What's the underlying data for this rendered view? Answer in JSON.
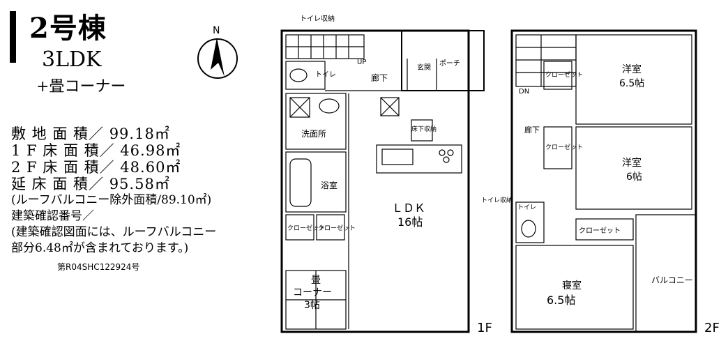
{
  "header": {
    "building": "2号棟",
    "layout": "3LDK",
    "extra": "+畳コーナー"
  },
  "specs": [
    "敷 地 面 積／ 99.18㎡",
    "1 F 床 面 積／ 46.98㎡",
    "2 F 床 面 積／ 48.60㎡",
    "延 床 面 積／ 95.58㎡"
  ],
  "notes": [
    "(ルーフバルコニー除外面積/89.10㎡)",
    "建築確認番号／",
    "(建築確認図面には、ルーフバルコニー",
    "部分6.48㎡が含まれております。)"
  ],
  "permit": "第R04SHC122924号",
  "compass": "N",
  "floor1": {
    "label": "1F",
    "toilet_storage": "トイレ収納",
    "up": "UP",
    "toilet": "トイレ",
    "hall": "廊下",
    "entrance": "玄関",
    "porch": "ポーチ",
    "washroom": "洗面所",
    "underfloor": "床下収納",
    "bath": "浴室",
    "closet": "クローゼット",
    "ldk": "ＬＤＫ",
    "ldk_size": "16帖",
    "tatami": "畳",
    "tatami2": "コーナー",
    "tatami_size": "3帖"
  },
  "floor2": {
    "label": "2F",
    "dn": "DN",
    "hall": "廊下",
    "closet": "クローゼット",
    "room1": "洋室",
    "room1_size": "6.5帖",
    "room2": "洋室",
    "room2_size": "6帖",
    "toilet": "トイレ",
    "toilet_storage": "トイレ収納",
    "bedroom": "寝室",
    "bedroom_size": "6.5帖",
    "balcony": "バルコニー"
  }
}
